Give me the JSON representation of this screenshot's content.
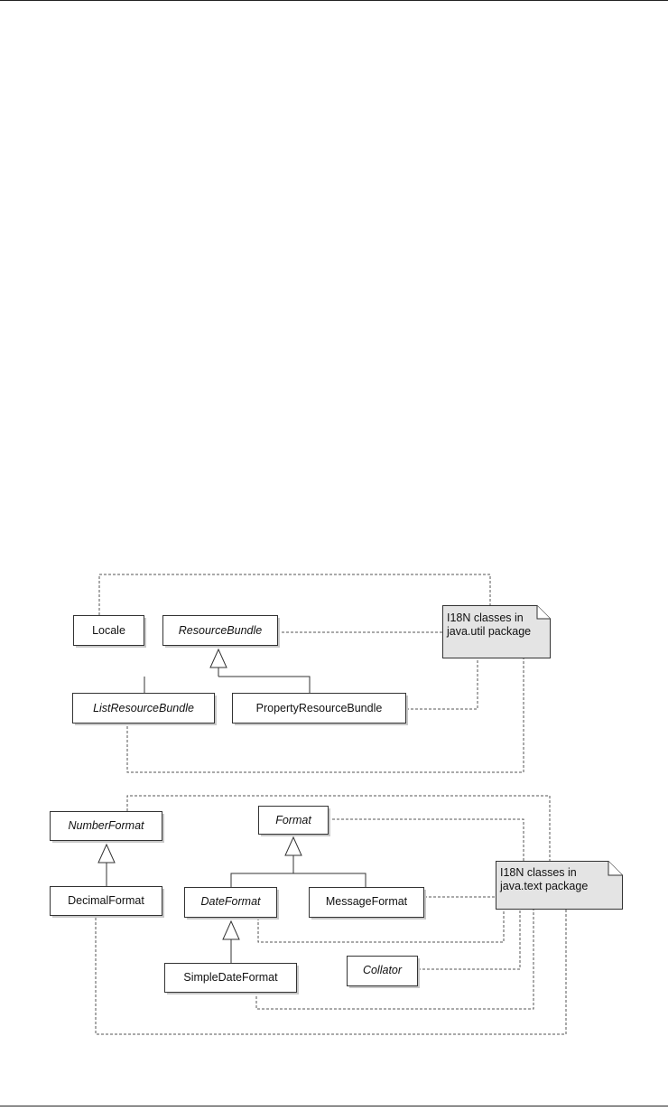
{
  "util_package": {
    "classes": {
      "locale": "Locale",
      "resource_bundle": "ResourceBundle",
      "list_resource_bundle": "ListResourceBundle",
      "property_resource_bundle": "PropertyResourceBundle"
    },
    "note": [
      "I18N classes in",
      "java.util package"
    ]
  },
  "text_package": {
    "classes": {
      "number_format": "NumberFormat",
      "decimal_format": "DecimalFormat",
      "format": "Format",
      "date_format": "DateFormat",
      "message_format": "MessageFormat",
      "simple_date_format": "SimpleDateFormat",
      "collator": "Collator"
    },
    "note": [
      "I18N classes in",
      "java.text package"
    ]
  }
}
